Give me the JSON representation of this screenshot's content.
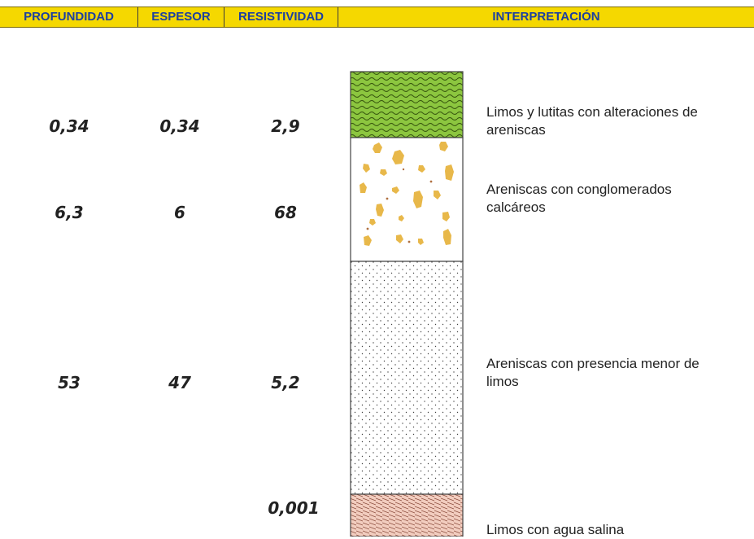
{
  "header": {
    "profundidad": "PROFUNDIDAD",
    "espesor": "ESPESOR",
    "resistividad": "RESISTIVIDAD",
    "interpretacion": "INTERPRETACIÓN"
  },
  "layers": [
    {
      "profundidad": "0,34",
      "espesor": "0,34",
      "resistividad": "2,9",
      "interpretacion": "Limos y lutitas con alteraciones de\nareniscas",
      "pattern": "green-wavy",
      "color": "#8cc63f"
    },
    {
      "profundidad": "6,3",
      "espesor": "6",
      "resistividad": "68",
      "interpretacion": "Areniscas con conglomerados\ncalcáreos",
      "pattern": "conglomerate",
      "color": "#e8b84a"
    },
    {
      "profundidad": "53",
      "espesor": "47",
      "resistividad": "5,2",
      "interpretacion": "Areniscas con presencia menor de\nlimos",
      "pattern": "dotted-sand",
      "color": "#ffffff"
    },
    {
      "resistividad": "0,001",
      "interpretacion": "Limos con agua salina",
      "pattern": "pink-hatched",
      "color": "#f2cdbf"
    }
  ]
}
